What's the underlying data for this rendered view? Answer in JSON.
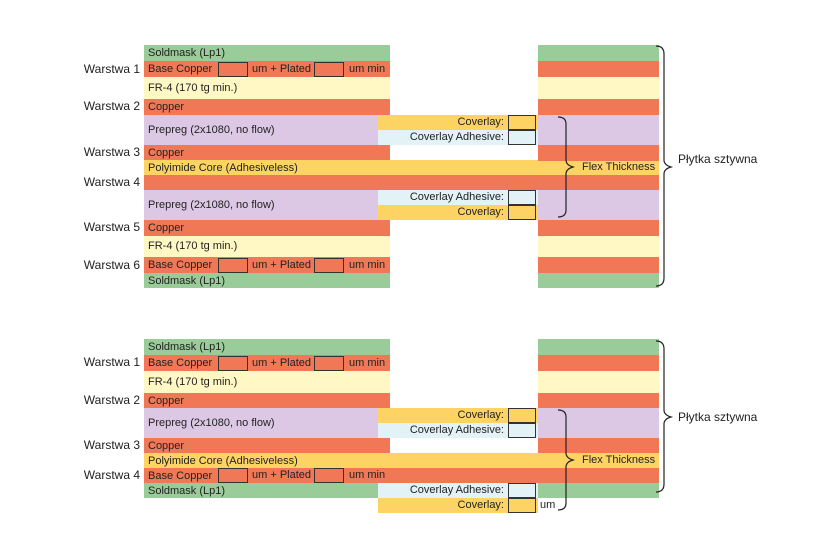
{
  "colors": {
    "soldmask": "#99cc99",
    "copper": "#f07857",
    "fr4": "#fff8c4",
    "prepreg": "#dcc8e4",
    "polyimide": "#fdd464",
    "coverlay": "#fdd464",
    "adhesive": "#e2f2f7"
  },
  "texts": {
    "soldmask": "Soldmask (Lp1)",
    "base_copper": "Base Copper",
    "plated": "um + Plated",
    "um_min": "um min",
    "fr4": "FR-4 (170 tg min.)",
    "copper": "Copper",
    "prepreg": "Prepreg (2x1080, no flow)",
    "polyimide": "Polyimide Core (Adhesiveless)",
    "coverlay": "Coverlay:",
    "coverlay_adhesive": "Coverlay Adhesive:",
    "um": "um",
    "flex_thickness": "Flex Thickness",
    "rigid_board": "Płytka sztywna"
  },
  "stack1": {
    "layers": [
      "Warstwa 1",
      "Warstwa 2",
      "Warstwa 3",
      "Warstwa 4",
      "Warstwa 5",
      "Warstwa 6"
    ]
  },
  "stack2": {
    "layers": [
      "Warstwa 1",
      "Warstwa 2",
      "Warstwa 3",
      "Warstwa 4"
    ]
  }
}
